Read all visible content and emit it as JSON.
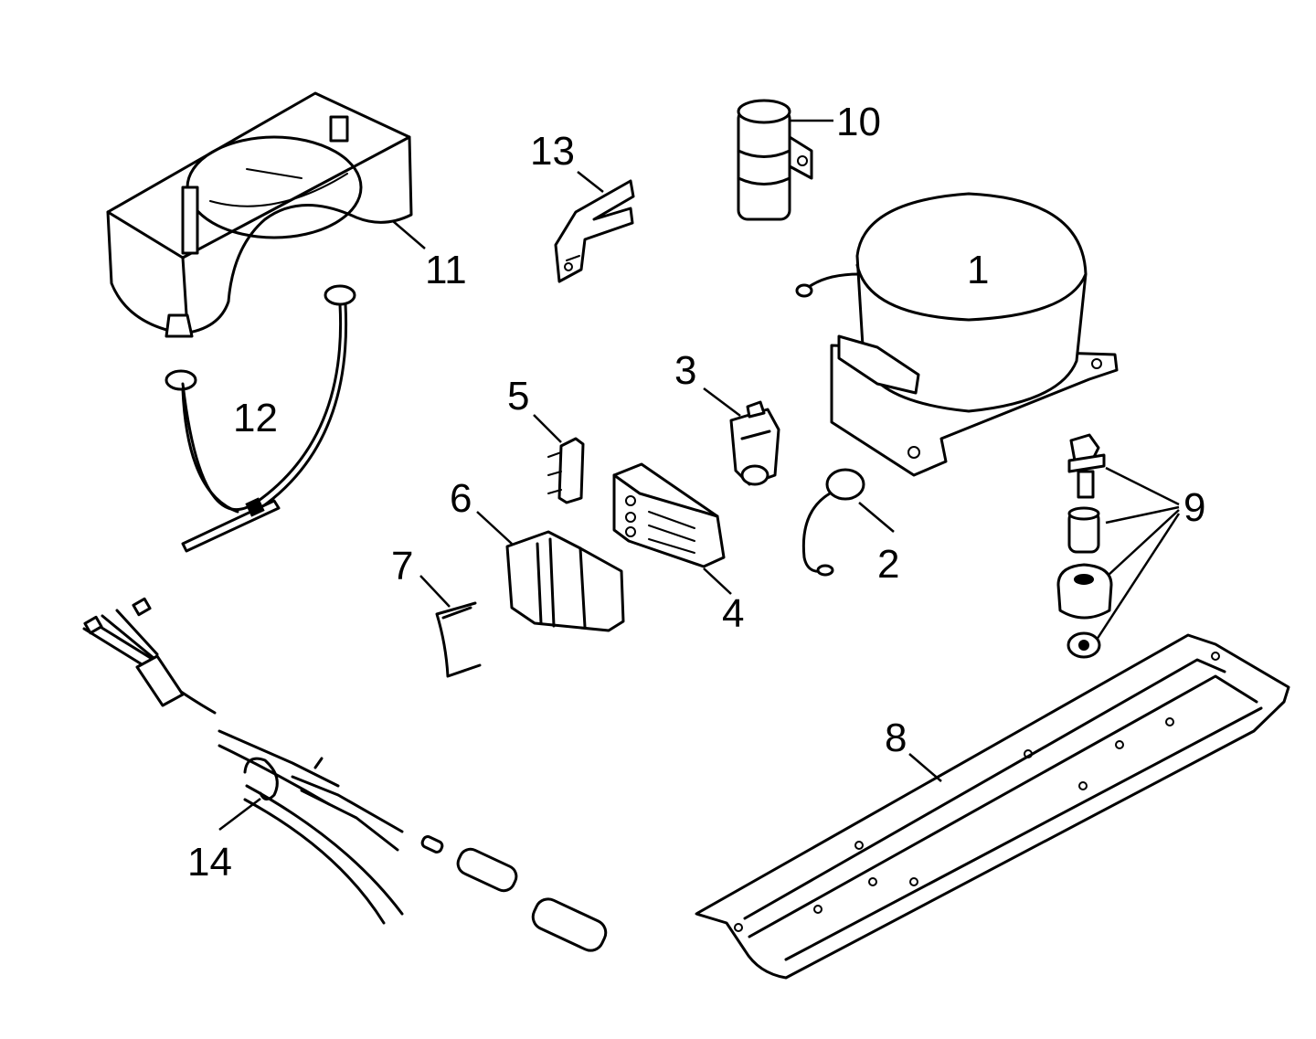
{
  "callouts": {
    "c1": "1",
    "c2": "2",
    "c3": "3",
    "c4": "4",
    "c5": "5",
    "c6": "6",
    "c7": "7",
    "c8": "8",
    "c9": "9",
    "c10": "10",
    "c11": "11",
    "c12": "12",
    "c13": "13",
    "c14": "14"
  },
  "colors": {
    "ink": "#000000",
    "paper": "#ffffff"
  }
}
